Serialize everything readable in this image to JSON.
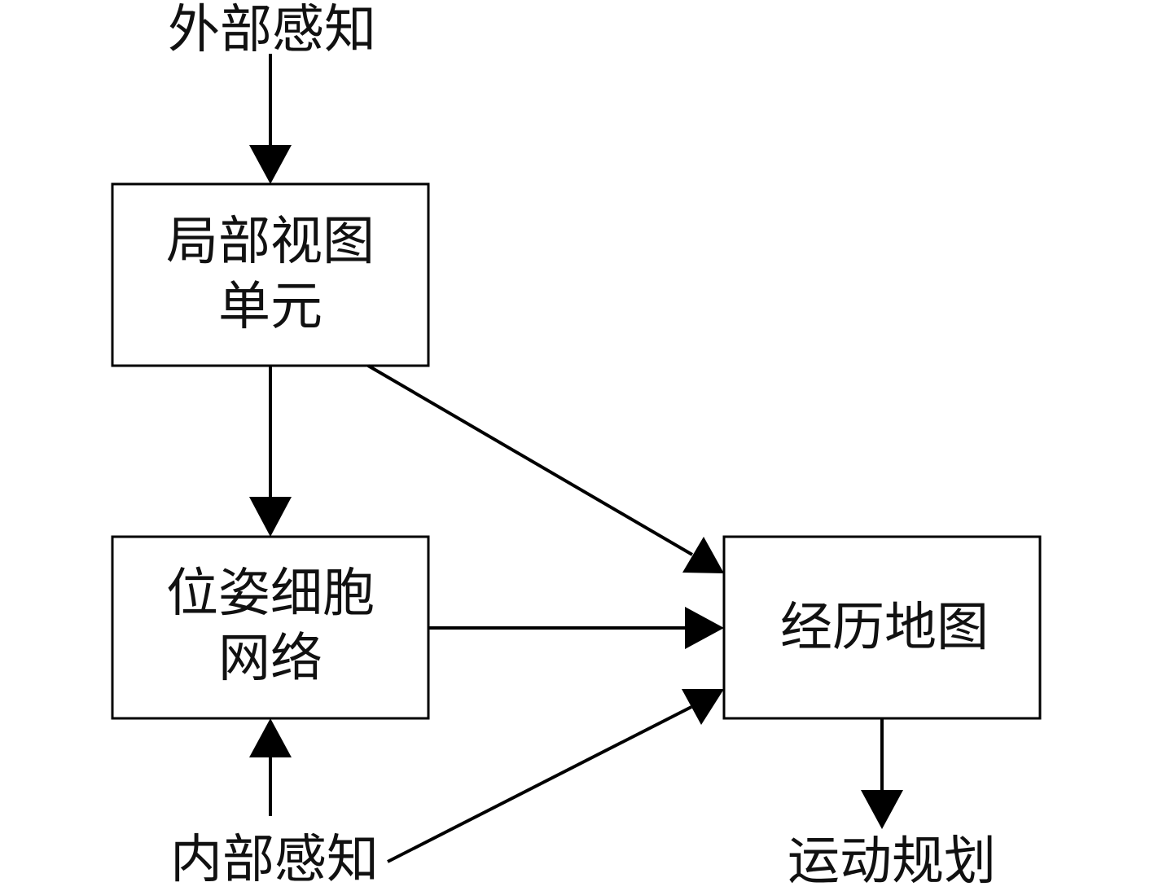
{
  "colors": {
    "line": "#000000",
    "text": "#111111",
    "box_fill": "#ffffff"
  },
  "labels": {
    "external_perception": "外部感知",
    "internal_perception": "内部感知",
    "motion_planning": "运动规划"
  },
  "nodes": {
    "local_view": {
      "line1": "局部视图",
      "line2": "单元"
    },
    "pose_cell": {
      "line1": "位姿细胞",
      "line2": "网络"
    },
    "experience_map": {
      "label": "经历地图"
    }
  },
  "edges": [
    {
      "from": "外部感知",
      "to": "局部视图单元"
    },
    {
      "from": "局部视图单元",
      "to": "位姿细胞网络"
    },
    {
      "from": "局部视图单元",
      "to": "经历地图"
    },
    {
      "from": "位姿细胞网络",
      "to": "经历地图"
    },
    {
      "from": "内部感知",
      "to": "位姿细胞网络"
    },
    {
      "from": "内部感知",
      "to": "经历地图"
    },
    {
      "from": "经历地图",
      "to": "运动规划"
    }
  ]
}
